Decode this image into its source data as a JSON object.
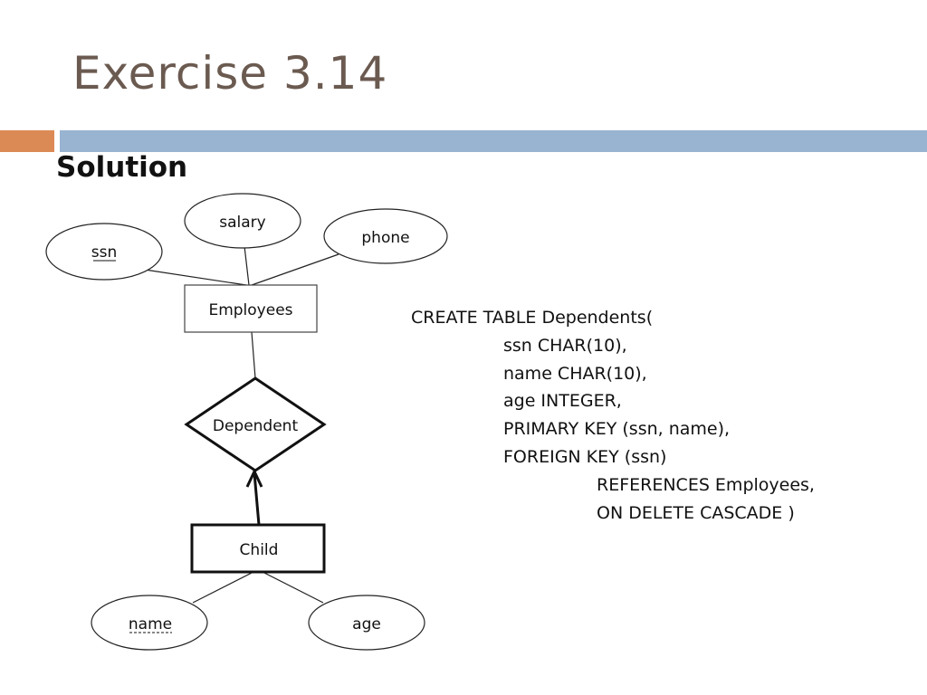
{
  "slide": {
    "title": "Exercise 3.14",
    "subtitle": "Solution",
    "colors": {
      "title": "#6b5a50",
      "band_orange": "#dc8a55",
      "band_blue": "#98b4d1"
    }
  },
  "diagram": {
    "attributes": {
      "ssn": "ssn",
      "salary": "salary",
      "phone": "phone",
      "name": "name",
      "age": "age"
    },
    "entities": {
      "employees": "Employees",
      "child": "Child"
    },
    "relationships": {
      "dependent": "Dependent"
    }
  },
  "sql": {
    "lines": [
      "CREATE TABLE Dependents(",
      "ssn CHAR(10),",
      "name CHAR(10),",
      "age INTEGER,",
      "PRIMARY KEY (ssn, name),",
      "FOREIGN KEY (ssn)",
      "REFERENCES Employees,",
      "ON DELETE CASCADE )"
    ]
  }
}
